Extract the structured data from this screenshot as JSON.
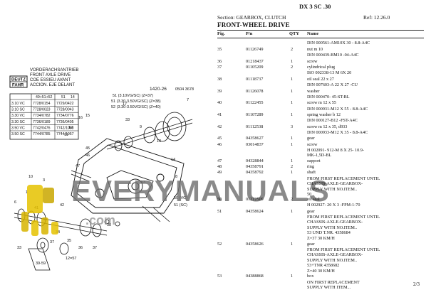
{
  "header": {
    "title": "DX 3 SC .30",
    "section": "Section: GEARBOX, CLUTCH",
    "ref": "Ref: 12.26.0",
    "heading": "FRONT-WHEEL DRIVE"
  },
  "columns": {
    "fig": "Fig.",
    "pn": "P/n",
    "qty": "QTY",
    "name": "Name"
  },
  "rows": [
    {
      "fig": "",
      "pn": "",
      "qty": "",
      "name": "DIN 000561-AM10X 30 - 8.8-A4C"
    },
    {
      "fig": "35",
      "pn": "01126749",
      "qty": "2",
      "name": "nut m 10"
    },
    {
      "fig": "",
      "pn": "",
      "qty": "",
      "name": "DIN 000439-BM10 -04-A4C"
    },
    {
      "fig": "36",
      "pn": "01218437",
      "qty": "1",
      "name": "screw"
    },
    {
      "fig": "37",
      "pn": "01105209",
      "qty": "2",
      "name": "cylindrical plug"
    },
    {
      "fig": "",
      "pn": "",
      "qty": "",
      "name": "ISO 002338-13 M 6X 20"
    },
    {
      "fig": "38",
      "pn": "01118737",
      "qty": "1",
      "name": "oil seal 22 x 27"
    },
    {
      "fig": "",
      "pn": "",
      "qty": "",
      "name": "DIN 007603-A 22 X 27 -CU"
    },
    {
      "fig": "39",
      "pn": "01126078",
      "qty": "1",
      "name": "washer"
    },
    {
      "fig": "",
      "pn": "",
      "qty": "",
      "name": "DIN 000470- 45-ST-BL"
    },
    {
      "fig": "40",
      "pn": "01122455",
      "qty": "1",
      "name": "screw m 12 x 55"
    },
    {
      "fig": "",
      "pn": "",
      "qty": "",
      "name": "DIN 000931-M12 X 55 - 8.8-A4C"
    },
    {
      "fig": "41",
      "pn": "01107289",
      "qty": "1",
      "name": "spring washer b 12"
    },
    {
      "fig": "",
      "pn": "",
      "qty": "",
      "name": "DIN 000127-B12 -FST-A4C"
    },
    {
      "fig": "42",
      "pn": "01112538",
      "qty": "3",
      "name": "screw m 12 x 35, d933"
    },
    {
      "fig": "",
      "pn": "",
      "qty": "",
      "name": "DIN 000933-M12 X 35 - 8.8-A4C"
    },
    {
      "fig": "45",
      "pn": "04358627",
      "qty": "1",
      "name": "gear"
    },
    {
      "fig": "46",
      "pn": "03014837",
      "qty": "1",
      "name": "screw"
    },
    {
      "fig": "",
      "pn": "",
      "qty": "",
      "name": "H 002091- 912-M 8 X 25- 10.9-\nMK-1,5D-BL"
    },
    {
      "fig": "47",
      "pn": "04328844",
      "qty": "1",
      "name": "support"
    },
    {
      "fig": "48",
      "pn": "04358791",
      "qty": "2",
      "name": "ring"
    },
    {
      "fig": "49",
      "pn": "04358792",
      "qty": "1",
      "name": "shaft"
    },
    {
      "fig": "",
      "pn": "",
      "qty": "",
      "name": "FROM FIRST REPLACEMENT UNTIL\nCHASSIS-AXLE-GEARBOX-\nSUPPLY WITH NO.ITEM..\n50"
    },
    {
      "fig": "50",
      "pn": "01212509",
      "qty": "2",
      "name": "oil seal"
    },
    {
      "fig": "",
      "pn": "",
      "qty": "",
      "name": "H 002927- 20 X 3 -FPM-1-70"
    },
    {
      "fig": "51",
      "pn": "04358624",
      "qty": "1",
      "name": "gear"
    },
    {
      "fig": "",
      "pn": "",
      "qty": "",
      "name": "FROM FIRST REPLACEMENT UNTIL\nCHASSIS-AXLE-GEARBOX-\nSUPPLY WITH NO.ITEM..\n53 UND T.NR. 4358684\nZ=37 30 KM/H"
    },
    {
      "fig": "52",
      "pn": "04358626",
      "qty": "1",
      "name": "gear"
    },
    {
      "fig": "",
      "pn": "",
      "qty": "",
      "name": "FROM FIRST REPLACEMENT UNTIL\nCHASSIS-AXLE-GEARBOX-\nSUPPLY WITH NO.ITEM..\n53+TNR 4358682\nZ=40 30 KM/H"
    },
    {
      "fig": "53",
      "pn": "04388868",
      "qty": "1",
      "name": "box"
    },
    {
      "fig": "",
      "pn": "",
      "qty": "",
      "name": "ON FIRST REPLACEMENT\nSUPPLY WITH ITEM..."
    }
  ],
  "page_number": "2/3",
  "diagram": {
    "title_lines": [
      "VORDERACHSANTRIEB",
      "FRONT AXLE DRIVE",
      "COE ESSIEU AVANT",
      "ACCION. EJE DELANT"
    ],
    "logo": "DEUTZ FAHR",
    "code_left": "1420-26",
    "code_right": "0504 3678",
    "table_head": [
      "",
      "49+51+52",
      "51",
      "14"
    ],
    "table_rows": [
      [
        "3.10 VC",
        "7728/0154",
        "7729/0422"
      ],
      [
        "3.10 SC",
        "7728/0023",
        "7728/0043"
      ],
      [
        "3.30 VC",
        "7734/0782",
        "7734/0776"
      ],
      [
        "3.30 SC",
        "7736/0189",
        "7736/0405"
      ],
      [
        "3.50 VC",
        "7742/0476",
        "7742/1068"
      ],
      [
        "3.50 SC",
        "7744/0785",
        "7744/1957"
      ]
    ],
    "callouts": [
      "51 (3.10VG/SC) (Z=37)",
      "51 (3.30-3.50VG/SC) (Z=38)",
      "52 (3.30-3.50VG/SC) (Z=40)",
      "50 (VC)",
      "51 (SC)",
      "7",
      "16",
      "15",
      "12",
      "11",
      "45",
      "46",
      "47",
      "10",
      "3",
      "1",
      "6",
      "41",
      "42",
      "43",
      "34",
      "35",
      "36",
      "37",
      "38",
      "33",
      "9",
      "13",
      "14",
      "8",
      "17",
      "53",
      "12=57",
      "39-59",
      "37",
      "33"
    ]
  },
  "watermark": {
    "main": "EVERYMANUALS",
    "sub": ".com"
  }
}
